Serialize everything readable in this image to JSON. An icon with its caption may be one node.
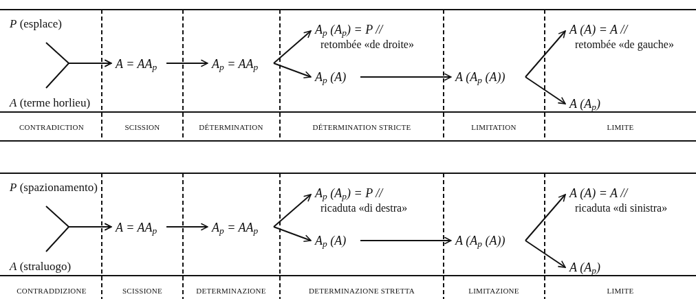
{
  "diagram": {
    "nodes": [
      {
        "text": [
          "*P* (esplace)"
        ]
      },
      {
        "text": [
          "*A* (terme horlieu)"
        ]
      },
      {
        "text": [
          "A = AA$_{p}$"
        ]
      },
      {
        "text": [
          "A$_{p}$ = AA$_{p}$"
        ]
      },
      {
        "text": [
          "A$_{p}$ (A$_{p}$) = P //",
          "retombée «de droite»"
        ]
      },
      {
        "text": [
          "A$_{p}$ (A)"
        ]
      },
      {
        "text": [
          "A (A$_{p}$ (A))"
        ]
      },
      {
        "text": [
          "A (A) = A //",
          "retombée «de gauche»"
        ]
      },
      {
        "text": [
          "A (A$_{p}$)"
        ]
      },
      {
        "text": [
          "*P* (spazionamento)"
        ]
      },
      {
        "text": [
          "*A* (straluogo)"
        ]
      },
      {
        "text": [
          "A = AA$_{p}$"
        ]
      },
      {
        "text": [
          "A$_{p}$ = AA$_{p}$"
        ]
      },
      {
        "text": [
          "A$_{p}$ (A$_{p}$) = P //",
          "ricaduta «di destra»"
        ]
      },
      {
        "text": [
          "A$_{p}$ (A)"
        ]
      },
      {
        "text": [
          "A (A$_{p}$ (A))"
        ]
      },
      {
        "text": [
          "A (A) = A //",
          "ricaduta «di sinistra»"
        ]
      },
      {
        "text": [
          "A (A$_{p}$)"
        ]
      }
    ],
    "edges": [
      {
        "from": 0,
        "to": 2,
        "arrow": "to"
      },
      {
        "from": 1,
        "to": 2,
        "arrow": "to"
      },
      {
        "from": 2,
        "to": 3,
        "arrow": "to"
      },
      {
        "from": 3,
        "to": 4,
        "arrow": "to"
      },
      {
        "from": 3,
        "to": 5,
        "arrow": "to"
      },
      {
        "from": 5,
        "to": 6,
        "arrow": "to"
      },
      {
        "from": 6,
        "to": 7,
        "arrow": "to"
      },
      {
        "from": 6,
        "to": 8,
        "arrow": "to"
      },
      {
        "from": 9,
        "to": 11,
        "arrow": "to"
      },
      {
        "from": 10,
        "to": 11,
        "arrow": "to"
      },
      {
        "from": 11,
        "to": 12,
        "arrow": "to"
      },
      {
        "from": 12,
        "to": 13,
        "arrow": "to"
      },
      {
        "from": 12,
        "to": 14,
        "arrow": "to"
      },
      {
        "from": 14,
        "to": 15,
        "arrow": "to"
      },
      {
        "from": 15,
        "to": 16,
        "arrow": "to"
      },
      {
        "from": 15,
        "to": 17,
        "arrow": "to"
      }
    ],
    "labels": [
      "CONTRADICTION",
      "SCISSION",
      "DÉTERMINATION",
      "DÉTERMINATION STRICTE",
      "LIMITATION",
      "LIMITE",
      "CONTRADDIZIONE",
      "SCISSIONE",
      "DETERMINAZIONE",
      "DETERMINAZIONE STRETTA",
      "LIMITAZIONE",
      "LIMITE"
    ]
  }
}
